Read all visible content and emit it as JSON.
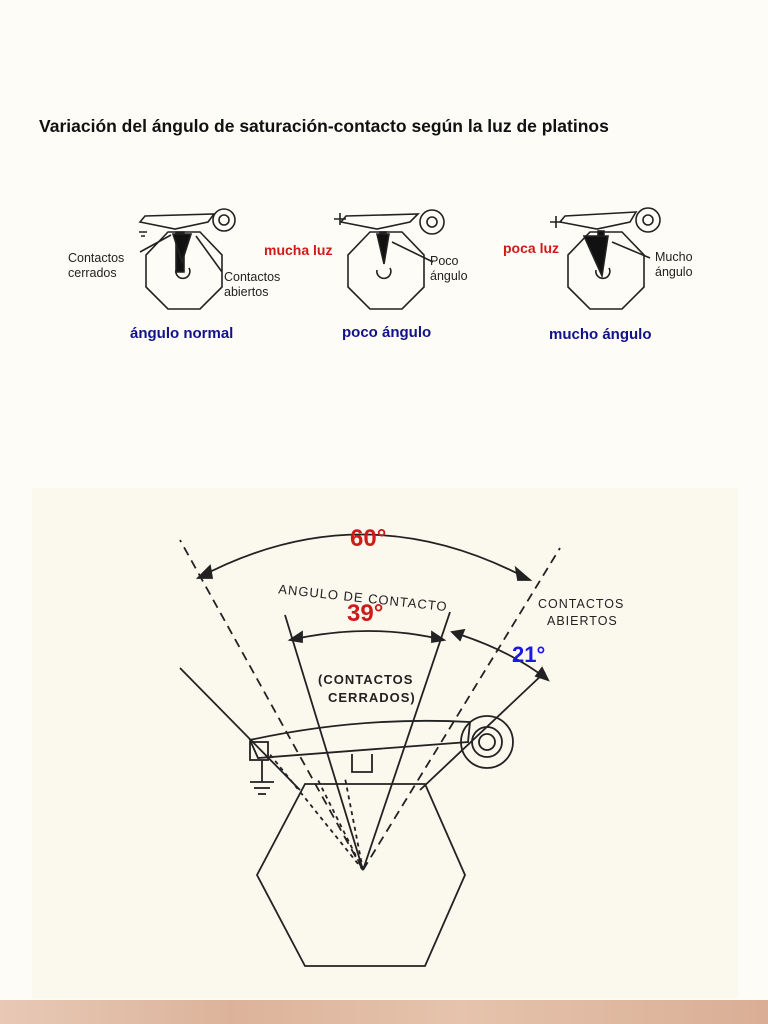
{
  "title": "Variación del ángulo de saturación-contacto según la luz de platinos",
  "small_diagrams": [
    {
      "caption": "ángulo normal",
      "labels": {
        "left_line1": "Contactos",
        "left_line2": "cerrados",
        "right_line1": "Contactos",
        "right_line2": "abiertos"
      }
    },
    {
      "caption": "poco ángulo",
      "gap_label": "mucha luz",
      "labels": {
        "right_line1": "Poco",
        "right_line2": "ángulo"
      }
    },
    {
      "caption": "mucho ángulo",
      "gap_label": "poca luz",
      "labels": {
        "right_line1": "Mucho",
        "right_line2": "ángulo"
      }
    }
  ],
  "main_diagram": {
    "total_angle": "60°",
    "contact_angle_label": "ANGULO DE CONTACTO",
    "contact_angle": "39°",
    "closed_label_line1": "(CONTACTOS",
    "closed_label_line2": "CERRADOS)",
    "open_label_line1": "CONTACTOS",
    "open_label_line2": "ABIERTOS",
    "open_angle": "21°",
    "colors": {
      "red": "#d01a1a",
      "blue": "#1a1ae0"
    }
  }
}
